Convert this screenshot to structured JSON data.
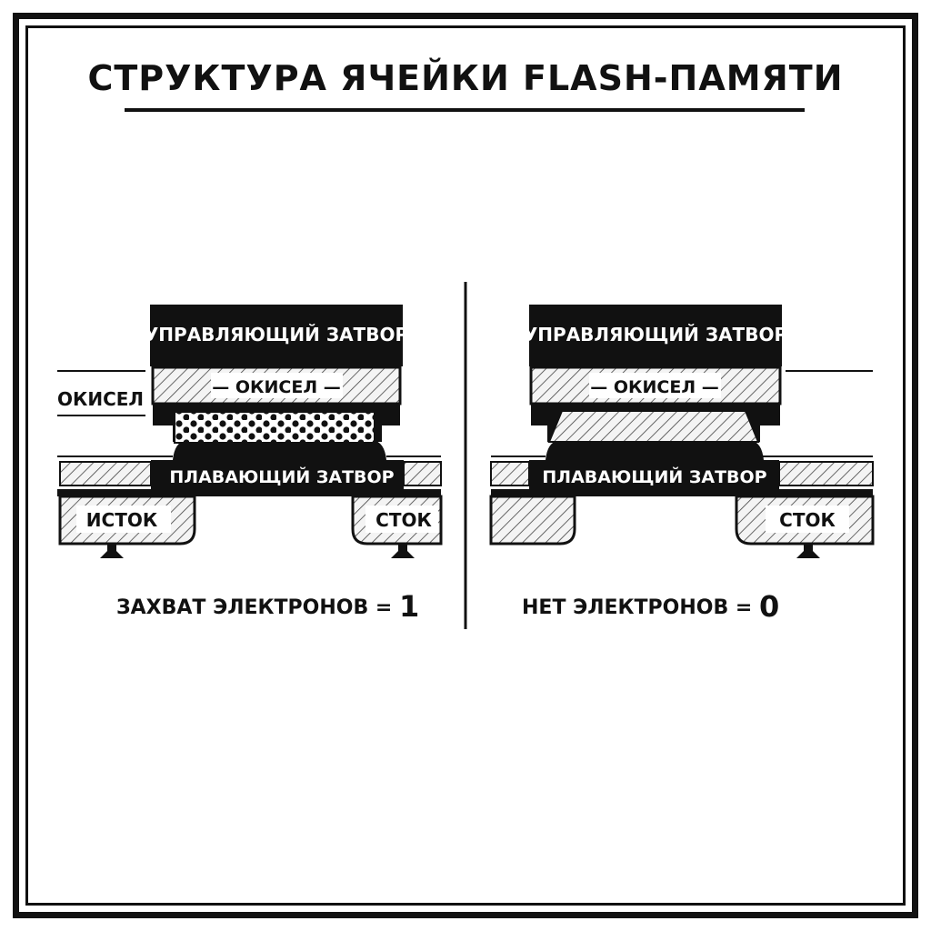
{
  "title": "СТРУКТУРА ЯЧЕЙКИ FLASH-ПАМЯТИ",
  "left_cell": {
    "control_gate": "УПРАВЛЯЮЩИЙ ЗАТВОР",
    "oxide": "— ОКИСЕЛ —",
    "oxide_side": "ОКИСЕЛ",
    "floating_gate": "ПЛАВАЮЩИЙ ЗАТВОР",
    "source": "ИСТОК",
    "drain": "СТОК",
    "state": "charged",
    "caption_text": "ЗАХВАТ ЭЛЕКТРОНОВ =",
    "caption_value": "1"
  },
  "right_cell": {
    "control_gate": "УПРАВЛЯЮЩИЙ ЗАТВОР",
    "oxide": "— ОКИСЕЛ —",
    "floating_gate": "ПЛАВАЮЩИЙ ЗАТВОР",
    "drain": "СТОК",
    "state": "empty",
    "caption_text": "НЕТ ЭЛЕКТРОНОВ =",
    "caption_value": "0"
  },
  "colors": {
    "ink": "#111111",
    "paper": "#ffffff",
    "hatch_bg": "#f2f2f2"
  }
}
